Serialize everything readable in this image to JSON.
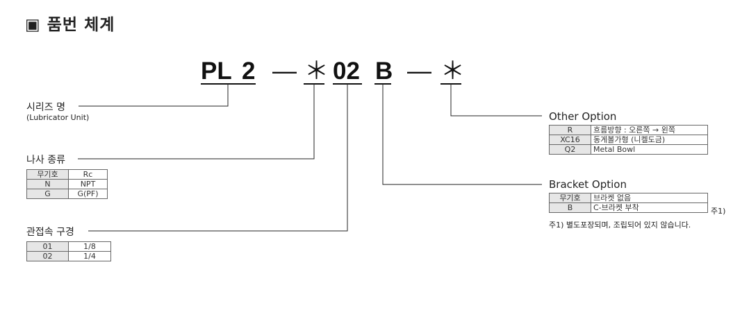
{
  "title": "▣ 품번 체계",
  "code_parts": [
    "PL",
    "2",
    "—",
    "＊",
    "02",
    "B",
    "—",
    "＊"
  ],
  "series": {
    "label": "시리즈 명",
    "sub": "(Lubricator Unit)"
  },
  "thread": {
    "label": "나사 종류",
    "rows": [
      [
        "무기호",
        "Rc"
      ],
      [
        "N",
        "NPT"
      ],
      [
        "G",
        "G(PF)"
      ]
    ]
  },
  "port": {
    "label": "관접속 구경",
    "rows": [
      [
        "01",
        "1/8"
      ],
      [
        "02",
        "1/4"
      ]
    ]
  },
  "other": {
    "label": "Other Option",
    "rows": [
      [
        "R",
        "흐름방향 : 오른쪽 → 왼쪽"
      ],
      [
        "XC16",
        "동게볼가형 (니켈도금)"
      ],
      [
        "Q2",
        "Metal Bowl"
      ]
    ]
  },
  "bracket": {
    "label": "Bracket Option",
    "rows": [
      [
        "무기호",
        "브라켓 없음"
      ],
      [
        "B",
        "C-브라켓 부착"
      ]
    ],
    "note_ref": "주1)",
    "note": "주1) 별도포장되며, 조립되어 있지 않습니다."
  }
}
